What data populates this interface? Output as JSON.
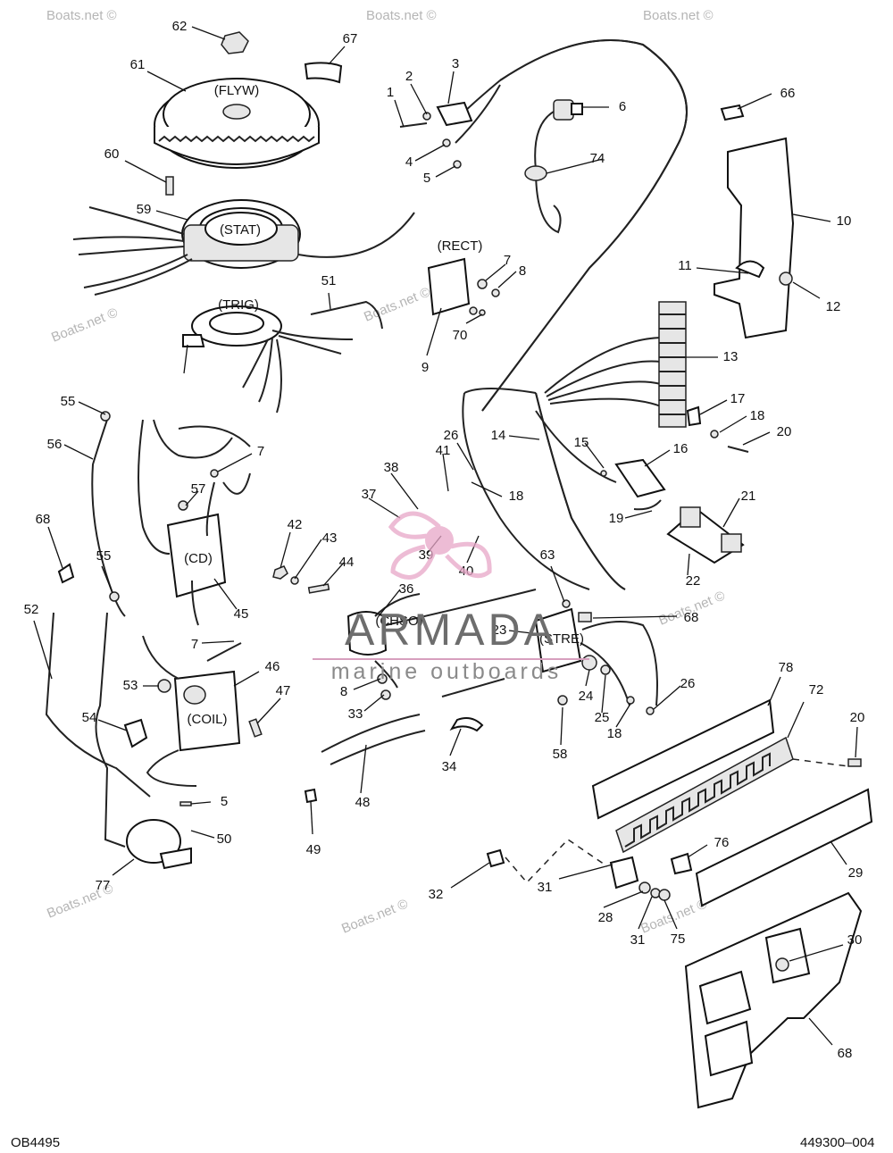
{
  "document_code_left": "OB4495",
  "document_code_right": "449300–004",
  "watermark": "Boats.net ©",
  "logo": {
    "name": "ARMADA",
    "tagline": "marine outboards"
  },
  "component_tags": {
    "flywheel": "(FLYW)",
    "stator": "(STAT)",
    "trigger": "(TRIG)",
    "rectifier": "(RECT)",
    "cd_module": "(CD)",
    "coil": "(COIL)",
    "choke_solenoid": "(CHSO)",
    "starter_relay": "(STRE)"
  },
  "callouts": [
    "62",
    "67",
    "61",
    "1",
    "2",
    "3",
    "6",
    "66",
    "60",
    "74",
    "4",
    "5",
    "10",
    "59",
    "11",
    "12",
    "7",
    "8",
    "51",
    "(RECT)",
    "70",
    "9",
    "13",
    "17",
    "18",
    "20",
    "15",
    "16",
    "19",
    "21",
    "22",
    "55",
    "56",
    "68",
    "57",
    "7",
    "45",
    "42",
    "43",
    "44",
    "37",
    "38",
    "41",
    "26",
    "14",
    "18",
    "39",
    "40",
    "63",
    "36",
    "68",
    "23",
    "24",
    "25",
    "18",
    "26",
    "78",
    "72",
    "20",
    "55",
    "52",
    "53",
    "46",
    "47",
    "54",
    "7",
    "8",
    "33",
    "34",
    "48",
    "49",
    "5",
    "50",
    "77",
    "32",
    "31",
    "28",
    "31",
    "75",
    "76",
    "29",
    "30",
    "68",
    "58"
  ]
}
